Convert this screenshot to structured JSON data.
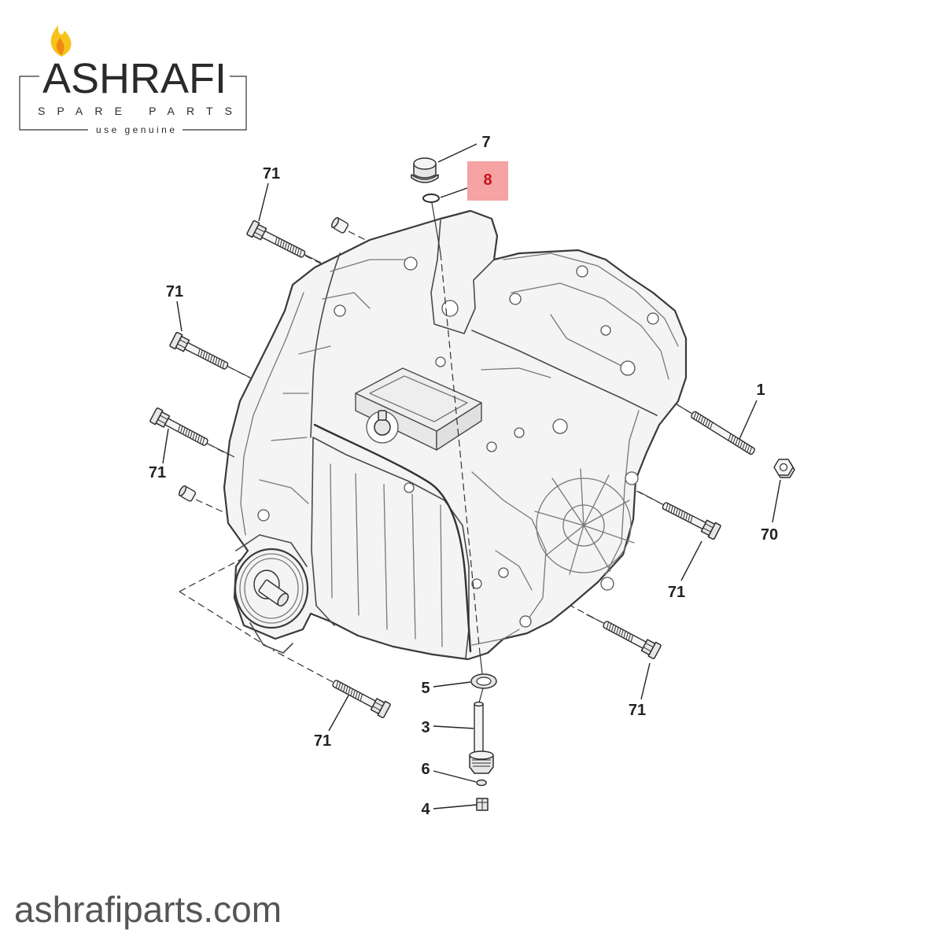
{
  "brand": {
    "name": "ASHRAFI",
    "tagline": "SPARE PARTS",
    "slogan": "use genuine",
    "logo_icon": "piston-flame-icon"
  },
  "diagram": {
    "callouts": [
      {
        "label": "71"
      },
      {
        "label": "71"
      },
      {
        "label": "71"
      },
      {
        "label": "71"
      },
      {
        "label": "71"
      },
      {
        "label": "71"
      },
      {
        "label": "7"
      },
      {
        "label": "8",
        "highlighted": true
      },
      {
        "label": "1"
      },
      {
        "label": "70"
      },
      {
        "label": "5"
      },
      {
        "label": "3"
      },
      {
        "label": "6"
      },
      {
        "label": "4"
      }
    ]
  },
  "footer": {
    "website": "ashrafiparts.com"
  },
  "colors": {
    "highlight_fill": "#f5a3a3",
    "highlight_text": "#c3141c",
    "flame_yellow": "#f7c31b",
    "flame_orange": "#ef8a10",
    "text": "#222222",
    "footer_text": "#555555"
  }
}
